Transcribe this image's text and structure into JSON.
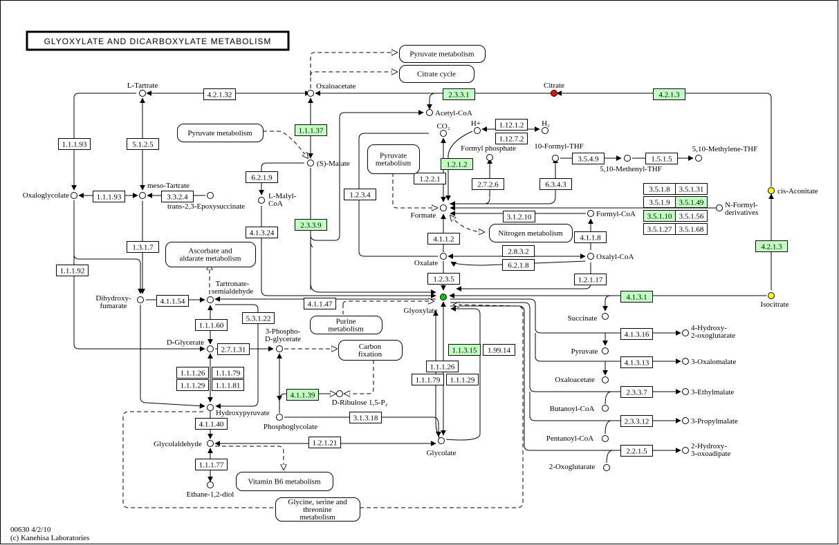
{
  "title": "GLYOXYLATE AND DICARBOXYLATE METABOLISM",
  "footer": {
    "map_id": "00630 4/2/10",
    "copyright": "(c) Kanehisa Laboratories"
  },
  "colors": {
    "found_enzyme": "#bfffbf",
    "enzyme": "#ffffff",
    "citrate": "#ff0000",
    "glyoxylate": "#00cc00",
    "aconitate": "#ffff00",
    "outline": "#000000"
  },
  "compounds": [
    {
      "id": "oxaloacetate",
      "label": "Oxaloacetate",
      "color": "#ffffff"
    },
    {
      "id": "l-tartrate",
      "label": "L-Tartrate",
      "color": "#ffffff"
    },
    {
      "id": "citrate",
      "label": "Citrate",
      "color": "#ff0000"
    },
    {
      "id": "acetyl-coa",
      "label": "Acetyl-CoA",
      "color": "#ffffff"
    },
    {
      "id": "co2",
      "label": "CO₂",
      "color": "#ffffff"
    },
    {
      "id": "h-plus",
      "label": "H+",
      "color": "#ffffff"
    },
    {
      "id": "h2",
      "label": "H₂",
      "color": "#ffffff"
    },
    {
      "id": "formyl-phosphate",
      "label": "Formyl phosphate",
      "color": "#ffffff"
    },
    {
      "id": "10-formyl-thf",
      "label": "10-Formyl-THF",
      "color": "#ffffff"
    },
    {
      "id": "methenyl-thf",
      "label": "5,10-Methenyl-THF",
      "color": "#ffffff"
    },
    {
      "id": "methylene-thf",
      "label": "5,10-Methylene-THF",
      "color": "#ffffff"
    },
    {
      "id": "s-malate",
      "label": "(S)-Malate",
      "color": "#ffffff"
    },
    {
      "id": "oxaloglycolate",
      "label": "Oxaloglycolate",
      "color": "#ffffff"
    },
    {
      "id": "meso-tartrate",
      "label": "meso-Tartrate",
      "color": "#ffffff"
    },
    {
      "id": "epoxysuccinate",
      "label": "trans-2,3-Epoxysuccinate",
      "color": "#ffffff"
    },
    {
      "id": "l-malyl-coa",
      "label": "L-Malyl-CoA",
      "color": "#ffffff"
    },
    {
      "id": "formate",
      "label": "Formate",
      "color": "#ffffff"
    },
    {
      "id": "formyl-coa",
      "label": "Formyl-CoA",
      "color": "#ffffff"
    },
    {
      "id": "n-formyl",
      "label": "N-Formyl-derivatives",
      "color": "#ffffff"
    },
    {
      "id": "cis-aconitate",
      "label": "cis-Aconitate",
      "color": "#ffff00"
    },
    {
      "id": "oxalate",
      "label": "Oxalate",
      "color": "#ffffff"
    },
    {
      "id": "oxalyl-coa",
      "label": "Oxalyl-CoA",
      "color": "#ffffff"
    },
    {
      "id": "dihydroxyfumarate",
      "label": "Dihydroxy-fumarate",
      "color": "#ffffff"
    },
    {
      "id": "tartronate-semialdehyde",
      "label": "Tartronate-semialdehyde",
      "color": "#ffffff"
    },
    {
      "id": "glyoxylate",
      "label": "Glyoxylate",
      "color": "#00cc00"
    },
    {
      "id": "isocitrate",
      "label": "Isocitrate",
      "color": "#ffff00"
    },
    {
      "id": "d-glycerate",
      "label": "D-Glycerate",
      "color": "#ffffff"
    },
    {
      "id": "3-phospho-d-glycerate",
      "label": "3-Phospho-D-glycerate",
      "color": "#ffffff"
    },
    {
      "id": "succinate",
      "label": "Succinate",
      "color": "#ffffff"
    },
    {
      "id": "4-hydroxy-2-oxoglutarate",
      "label": "4-Hydroxy-2-oxoglutarate",
      "color": "#ffffff"
    },
    {
      "id": "pyruvate",
      "label": "Pyruvate",
      "color": "#ffffff"
    },
    {
      "id": "3-oxalomalate",
      "label": "3-Oxalomalate",
      "color": "#ffffff"
    },
    {
      "id": "oxaloacetate-2",
      "label": "Oxaloacetate",
      "color": "#ffffff"
    },
    {
      "id": "3-ethylmalate",
      "label": "3-Ethylmalate",
      "color": "#ffffff"
    },
    {
      "id": "butanoyl-coa",
      "label": "Butanoyl-CoA",
      "color": "#ffffff"
    },
    {
      "id": "3-propylmalate",
      "label": "3-Propylmalate",
      "color": "#ffffff"
    },
    {
      "id": "pentanoyl-coa",
      "label": "Pentanoyl-CoA",
      "color": "#ffffff"
    },
    {
      "id": "2-hydroxy-3-oxoadipate",
      "label": "2-Hydroxy-3-oxoadipate",
      "color": "#ffffff"
    },
    {
      "id": "2-oxoglutarate",
      "label": "2-Oxoglutarate",
      "color": "#ffffff"
    },
    {
      "id": "d-ribulose-15-p2",
      "label": "D-Ribulose 1,5-P₂",
      "color": "#ffffff"
    },
    {
      "id": "hydroxypyruvate",
      "label": "Hydroxypyruvate",
      "color": "#ffffff"
    },
    {
      "id": "phosphoglycolate",
      "label": "Phosphoglycolate",
      "color": "#ffffff"
    },
    {
      "id": "glycolaldehyde",
      "label": "Glycolaldehyde",
      "color": "#ffffff"
    },
    {
      "id": "glycolate",
      "label": "Glycolate",
      "color": "#ffffff"
    },
    {
      "id": "ethane-12-diol",
      "label": "Ethane-1,2-diol",
      "color": "#ffffff"
    }
  ],
  "enzymes": [
    {
      "id": "4.2.1.32",
      "found": false
    },
    {
      "id": "2.3.3.1",
      "found": true
    },
    {
      "id": "4.2.1.3",
      "found": true
    },
    {
      "id": "1.1.1.37",
      "found": true
    },
    {
      "id": "1.1.1.93",
      "found": false
    },
    {
      "id": "5.1.2.5",
      "found": false
    },
    {
      "id": "1.12.1.2",
      "found": false
    },
    {
      "id": "1.12.7.2",
      "found": false
    },
    {
      "id": "1.2.1.2",
      "found": true
    },
    {
      "id": "3.5.4.9",
      "found": false
    },
    {
      "id": "1.5.1.5",
      "found": false
    },
    {
      "id": "6.2.1.9",
      "found": false
    },
    {
      "id": "1.1.1.93b",
      "found": false
    },
    {
      "id": "3.3.2.4",
      "found": false
    },
    {
      "id": "1.2.3.4",
      "found": false
    },
    {
      "id": "1.2.2.1",
      "found": false
    },
    {
      "id": "2.7.2.6",
      "found": false
    },
    {
      "id": "6.3.4.3",
      "found": false
    },
    {
      "id": "3.5.1.8",
      "found": false
    },
    {
      "id": "3.5.1.31",
      "found": false
    },
    {
      "id": "3.5.1.9",
      "found": false
    },
    {
      "id": "3.5.1.49",
      "found": true
    },
    {
      "id": "3.5.1.10",
      "found": true
    },
    {
      "id": "3.5.1.56",
      "found": false
    },
    {
      "id": "3.5.1.27",
      "found": false
    },
    {
      "id": "3.5.1.68",
      "found": false
    },
    {
      "id": "2.3.3.9",
      "found": true
    },
    {
      "id": "3.1.2.10",
      "found": false
    },
    {
      "id": "4.1.3.24",
      "found": false
    },
    {
      "id": "1.3.1.7",
      "found": false
    },
    {
      "id": "4.1.1.2",
      "found": false
    },
    {
      "id": "4.1.1.8",
      "found": false
    },
    {
      "id": "4.2.1.3b",
      "found": true
    },
    {
      "id": "2.8.3.2",
      "found": false
    },
    {
      "id": "6.2.1.8",
      "found": false
    },
    {
      "id": "1.1.1.92",
      "found": false
    },
    {
      "id": "1.2.3.5",
      "found": false
    },
    {
      "id": "1.2.1.17",
      "found": false
    },
    {
      "id": "4.1.1.54",
      "found": false
    },
    {
      "id": "4.1.1.47",
      "found": false
    },
    {
      "id": "4.1.3.1",
      "found": true
    },
    {
      "id": "5.3.1.22",
      "found": false
    },
    {
      "id": "1.1.1.60",
      "found": false
    },
    {
      "id": "4.1.3.16",
      "found": false
    },
    {
      "id": "2.7.1.31",
      "found": false
    },
    {
      "id": "1.1.3.15",
      "found": true
    },
    {
      "id": "1.99.14",
      "found": false
    },
    {
      "id": "4.1.3.13",
      "found": false
    },
    {
      "id": "1.1.1.26",
      "found": false
    },
    {
      "id": "1.1.1.79",
      "found": false
    },
    {
      "id": "1.1.1.29",
      "found": false
    },
    {
      "id": "1.1.1.81",
      "found": false
    },
    {
      "id": "1.1.1.26b",
      "found": false
    },
    {
      "id": "1.1.1.79b",
      "found": false
    },
    {
      "id": "1.1.1.29b",
      "found": false
    },
    {
      "id": "2.3.3.7",
      "found": false
    },
    {
      "id": "4.1.1.39",
      "found": true
    },
    {
      "id": "3.1.3.18",
      "found": false
    },
    {
      "id": "2.3.3.12",
      "found": false
    },
    {
      "id": "4.1.1.40",
      "found": false
    },
    {
      "id": "1.2.1.21",
      "found": false
    },
    {
      "id": "2.2.1.5",
      "found": false
    },
    {
      "id": "1.1.1.77",
      "found": false
    }
  ],
  "enzyme_labels": {
    "1.1.1.93b": "1.1.1.93",
    "4.2.1.3b": "4.2.1.3",
    "1.1.1.26b": "1.1.1.26",
    "1.1.1.79b": "1.1.1.79",
    "1.1.1.29b": "1.1.1.29"
  },
  "pathways": [
    {
      "id": "pyruvate-metabolism-top",
      "label": "Pyruvate metabolism"
    },
    {
      "id": "citrate-cycle",
      "label": "Citrate cycle"
    },
    {
      "id": "pyruvate-metabolism-left",
      "label": "Pyruvate metabolism"
    },
    {
      "id": "pyruvate-metabolism-mid",
      "label": "Pyruvate metabolism"
    },
    {
      "id": "ascorbate-aldarate",
      "label": "Ascorbate and aldarate metabolism"
    },
    {
      "id": "nitrogen-metabolism",
      "label": "Nitrogen metabolism"
    },
    {
      "id": "purine-metabolism",
      "label": "Purine metabolism"
    },
    {
      "id": "carbon-fixation",
      "label": "Carbon fixation"
    },
    {
      "id": "vitamin-b6",
      "label": "Vitamin B6 metabolism"
    },
    {
      "id": "glycine-serine-threonine",
      "label": "Glycine, serine and threonine metabolism"
    }
  ]
}
